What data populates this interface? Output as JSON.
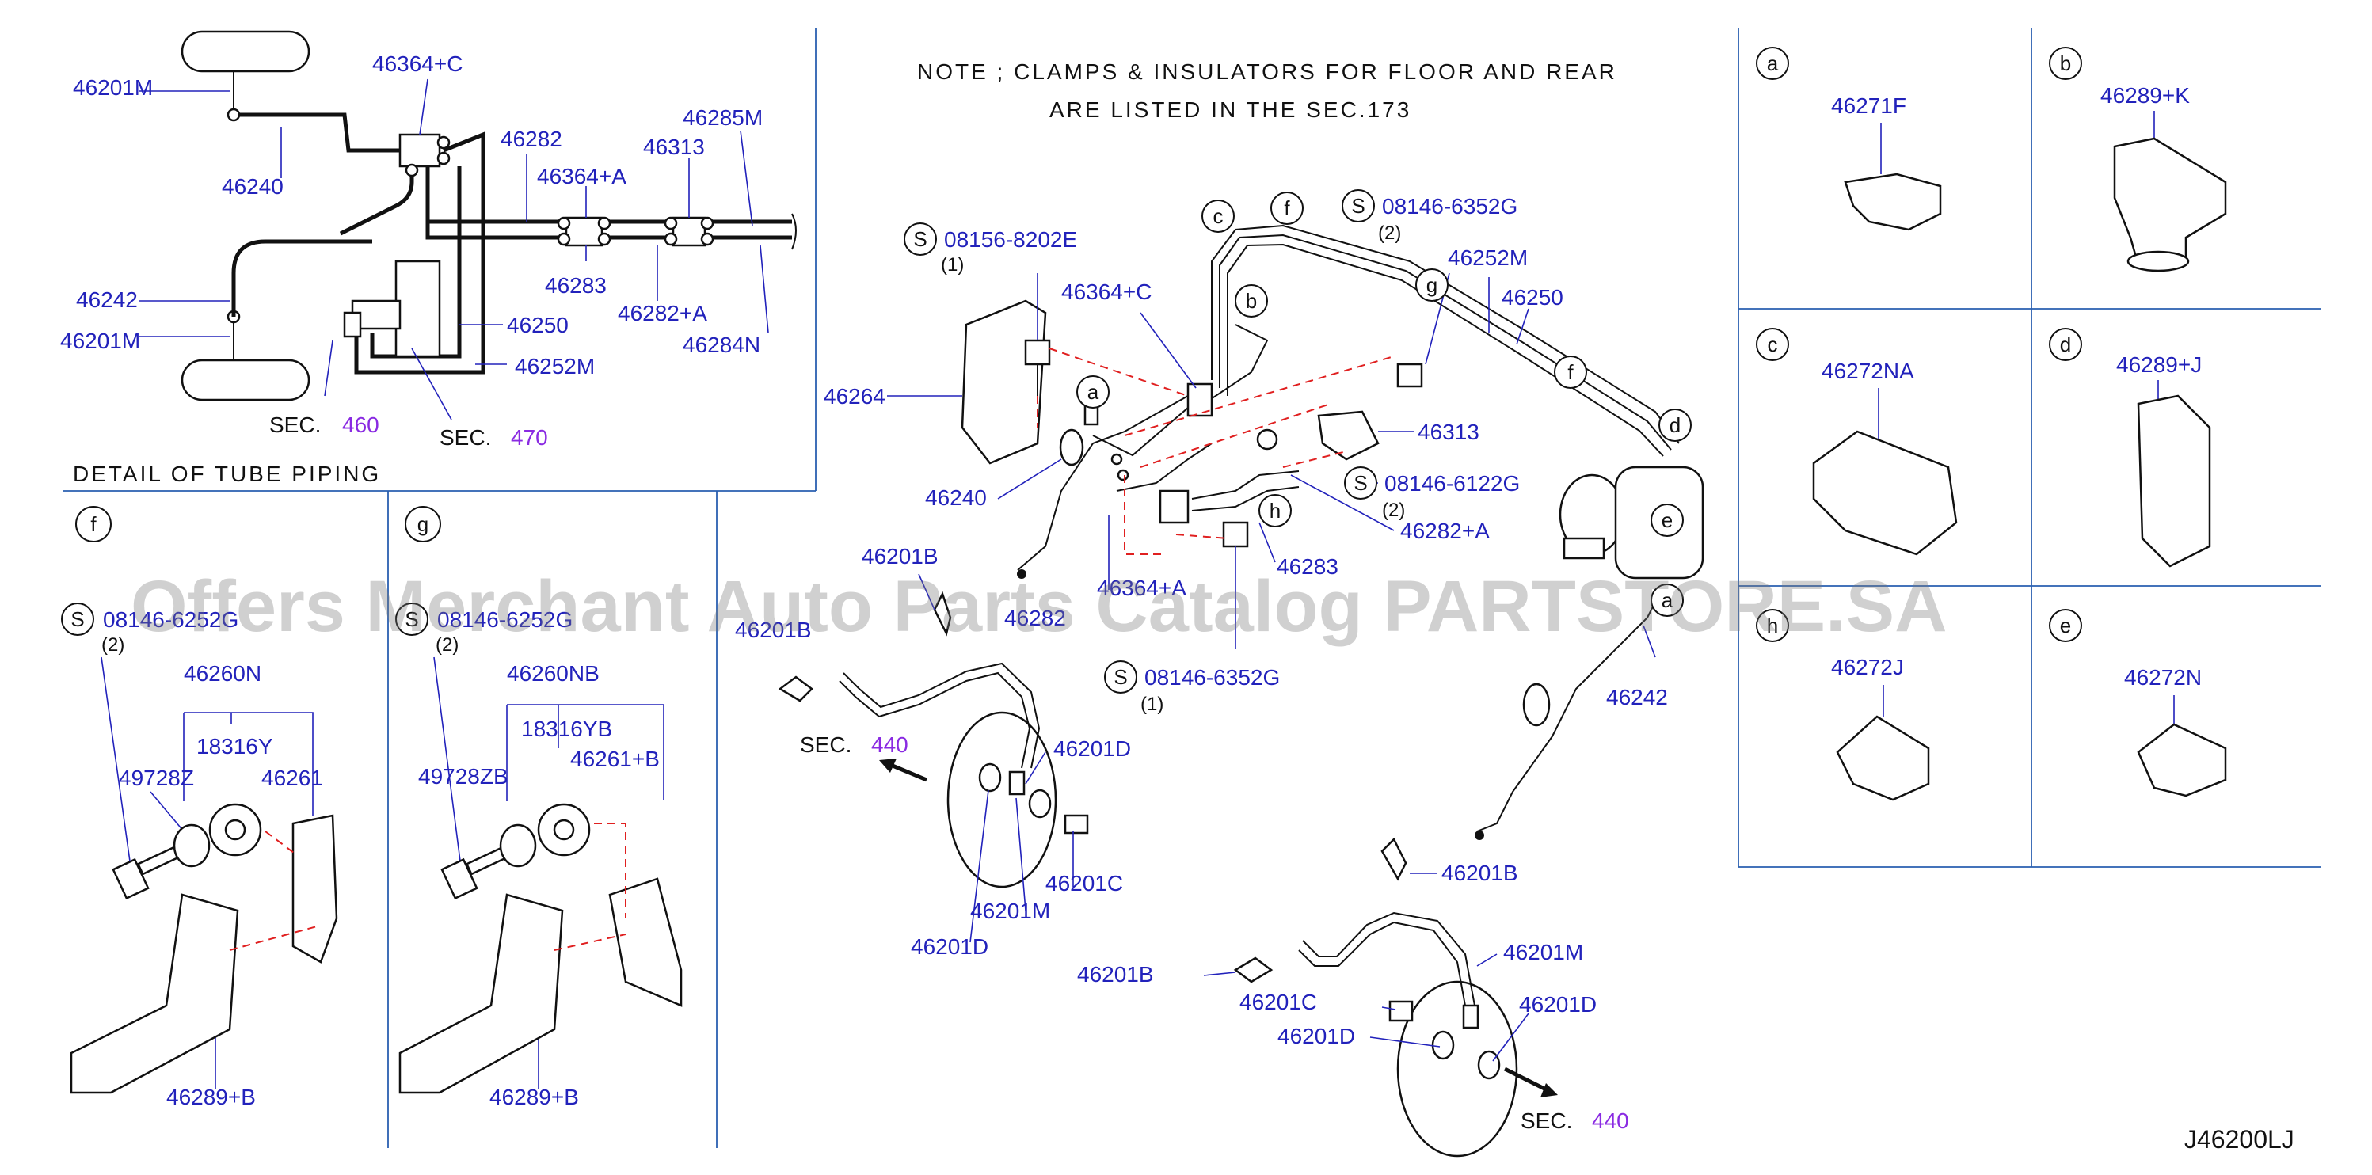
{
  "note": {
    "line1": "NOTE ; CLAMPS & INSULATORS FOR FLOOR AND REAR",
    "line2": "ARE LISTED IN THE SEC.173"
  },
  "detail": {
    "title": "DETAIL OF TUBE PIPING",
    "labels": [
      "46201M",
      "46364+C",
      "46240",
      "46282",
      "46364+A",
      "46313",
      "46285M",
      "46283",
      "46282+A",
      "46284N",
      "46242",
      "46201M",
      "46250",
      "46252M"
    ],
    "sec460_prefix": "SEC.",
    "sec460_num": "460",
    "sec470_prefix": "SEC.",
    "sec470_num": "470"
  },
  "panel_f": {
    "letter": "f",
    "s_mark": "S",
    "bolt_code": "08146-6252G",
    "qty": "(2)",
    "labels": [
      "46260N",
      "18316Y",
      "49728Z",
      "46261",
      "46289+B"
    ]
  },
  "panel_g": {
    "letter": "g",
    "s_mark": "S",
    "bolt_code": "08146-6252G",
    "qty": "(2)",
    "labels": [
      "46260NB",
      "18316YB",
      "49728ZB",
      "46261+B",
      "46289+B"
    ]
  },
  "main": {
    "s_labels": [
      {
        "code": "08156-8202E",
        "qty": "(1)"
      },
      {
        "code": "08146-6352G",
        "qty": "(2)"
      },
      {
        "code": "08146-6122G",
        "qty": "(2)"
      },
      {
        "code": "08146-6352G",
        "qty": "(1)"
      }
    ],
    "part_labels": [
      "46364+C",
      "46264",
      "46240",
      "46282",
      "46364+A",
      "46313",
      "46282+A",
      "46283",
      "46252M",
      "46250",
      "46242",
      "46201B",
      "46201B",
      "46201D",
      "46201C",
      "46201M",
      "46201D",
      "46201B",
      "46201M",
      "46201B",
      "46201C",
      "46201D",
      "46201D"
    ],
    "sec440_a_prefix": "SEC.",
    "sec440_a_num": "440",
    "sec440_b_prefix": "SEC.",
    "sec440_b_num": "440",
    "callouts": [
      "a",
      "b",
      "c",
      "d",
      "e",
      "f",
      "f",
      "g",
      "h",
      "a"
    ]
  },
  "insets": [
    {
      "letter": "a",
      "part": "46271F"
    },
    {
      "letter": "b",
      "part": "46289+K"
    },
    {
      "letter": "c",
      "part": "46272NA"
    },
    {
      "letter": "d",
      "part": "46289+J"
    },
    {
      "letter": "h",
      "part": "46272J"
    },
    {
      "letter": "e",
      "part": "46272N"
    }
  ],
  "watermark": "Offers Merchant Auto Parts Catalog PARTSTORE.SA",
  "drawing_code": "J46200LJ",
  "colors": {
    "label": "#2222bb",
    "sec": "#8a2be2",
    "dash": "#e02020",
    "frame": "#2a5fb0"
  }
}
